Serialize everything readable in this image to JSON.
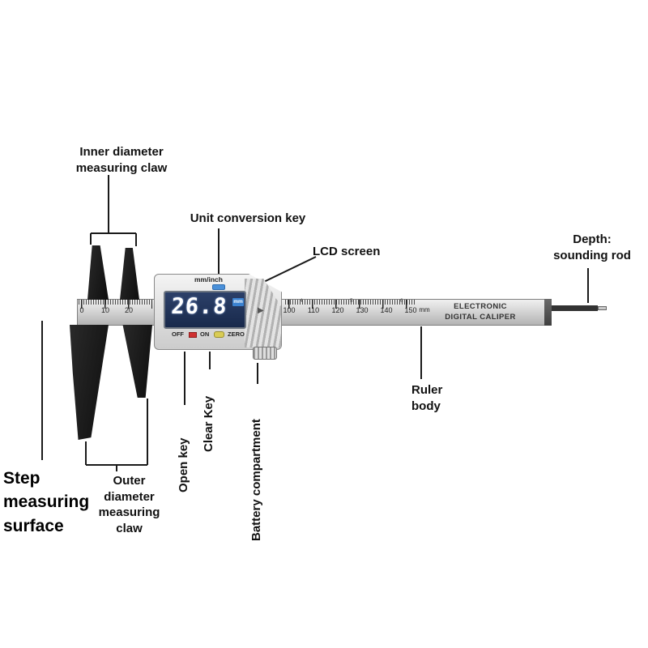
{
  "labels": {
    "inner_claw": "Inner diameter\nmeasuring claw",
    "unit_key": "Unit conversion key",
    "lcd": "LCD screen",
    "depth": "Depth:\nsounding rod",
    "clear_key": "Clear Key",
    "open_key": "Open key",
    "battery": "Battery compartment",
    "ruler_body": "Ruler\nbody",
    "outer_claw": "Outer\ndiameter\nmeasuring\nclaw",
    "step": "Step\nmeasuring\nsurface"
  },
  "display": {
    "mm_inch": "mm/inch",
    "reading": "26.8",
    "unit_tag": "mm",
    "off": "OFF",
    "on": "ON",
    "zero": "ZERO"
  },
  "ruler": {
    "brand_line1": "ELECTRONIC",
    "brand_line2": "DIGITAL CALIPER",
    "mm_unit": "mm",
    "numbers_left": [
      "0",
      "10",
      "20"
    ],
    "numbers_right": [
      "100",
      "110",
      "120",
      "130",
      "140",
      "150"
    ],
    "inch_numbers": [
      "4",
      "5",
      "6"
    ]
  },
  "icons": {
    "slider_arrow": "▶"
  },
  "colors": {
    "lcd_bg": "#1b2b4d",
    "button_blue": "#4a90d9",
    "button_red": "#cf3030",
    "button_yellow": "#d9cc55"
  }
}
